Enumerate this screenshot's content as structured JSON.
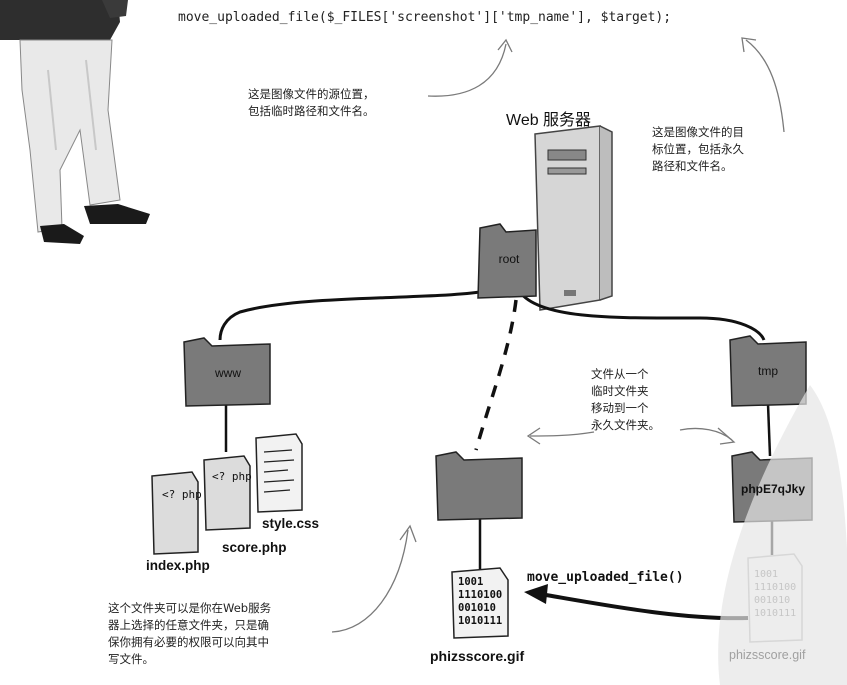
{
  "code": {
    "line": "move_uploaded_file($_FILES['screenshot']['tmp_name'], $target);"
  },
  "notes": {
    "source": [
      "这是图像文件的源位置，",
      "包括临时路径和文件名。"
    ],
    "target": [
      "这是图像文件的目",
      "标位置，包括永久",
      "路径和文件名。"
    ],
    "move": [
      "文件从一个",
      "临时文件夹",
      "移动到一个",
      "永久文件夹。"
    ],
    "folder": [
      "这个文件夹可以是你在Web服务",
      "器上选择的任意文件夹，只是确",
      "保你拥有必要的权限可以向其中",
      "写文件。"
    ]
  },
  "server": {
    "title": "Web 服务器"
  },
  "folders": {
    "root": "root",
    "www": "www",
    "tmp": "tmp",
    "temp_file": "phpE7qJky"
  },
  "files": {
    "style": "style.css",
    "score": "score.php",
    "index": "index.php",
    "gif": "phizsscore.gif",
    "gif_faded": "phizsscore.gif",
    "php_tag": "<? php",
    "binary_rows": [
      "1001",
      "1110100",
      "001010",
      "1010111"
    ]
  },
  "function": {
    "label": "move_uploaded_file()"
  },
  "colors": {
    "folder_fill": "#7a7a7a",
    "folder_tab": "#8e8e8e",
    "server_fill": "#d6d6d6",
    "line": "#111111",
    "arrow_note": "#7a7a7a",
    "faded": "#b5b5b5"
  }
}
